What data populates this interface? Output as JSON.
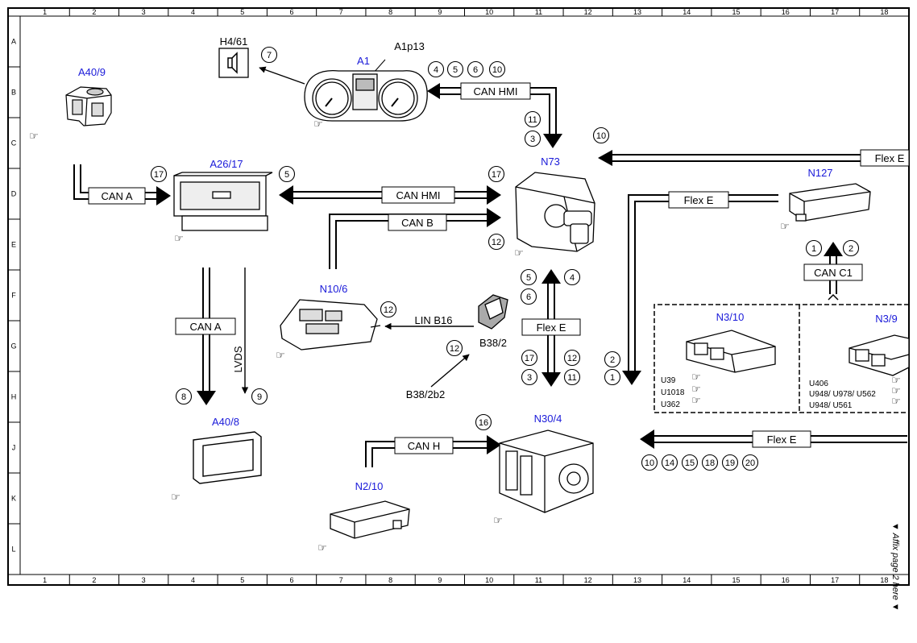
{
  "grid": {
    "columns": [
      "1",
      "2",
      "3",
      "4",
      "5",
      "6",
      "7",
      "8",
      "9",
      "10",
      "11",
      "12",
      "13",
      "14",
      "15",
      "16",
      "17",
      "18"
    ],
    "rows": [
      "A",
      "B",
      "C",
      "D",
      "E",
      "F",
      "G",
      "H",
      "J",
      "K",
      "L"
    ]
  },
  "components": {
    "a40_9": "A40/9",
    "a1": "A1",
    "a1p13": "A1p13",
    "h4_61": "H4/61",
    "a26_17": "A26/17",
    "n73": "N73",
    "n127": "N127",
    "n10_6": "N10/6",
    "b38_2": "B38/2",
    "b38_2b2": "B38/2b2",
    "n3_10": "N3/10",
    "n3_9": "N3/9",
    "a40_8": "A40/8",
    "n30_4": "N30/4",
    "n2_10": "N2/10"
  },
  "buses": {
    "can_hmi": "CAN HMI",
    "can_a": "CAN A",
    "can_b": "CAN B",
    "can_h": "CAN H",
    "can_c1": "CAN C1",
    "flex_e": "Flex E",
    "lin_b16": "LIN B16",
    "lvds": "LVDS"
  },
  "markers": {
    "m1": "1",
    "m2": "2",
    "m3": "3",
    "m4": "4",
    "m5": "5",
    "m6": "6",
    "m7": "7",
    "m8": "8",
    "m9": "9",
    "m10": "10",
    "m11": "11",
    "m12": "12",
    "m14": "14",
    "m15": "15",
    "m16": "16",
    "m17": "17",
    "m18": "18",
    "m19": "19",
    "m20": "20"
  },
  "variants": {
    "n3_10": [
      "U39",
      "U1018",
      "U362"
    ],
    "n3_9": [
      "U406",
      "U948/ U978/ U562",
      "U948/ U561"
    ]
  },
  "side_note": "▼ Affix page 2 here ▼",
  "ref_icon": "☞"
}
